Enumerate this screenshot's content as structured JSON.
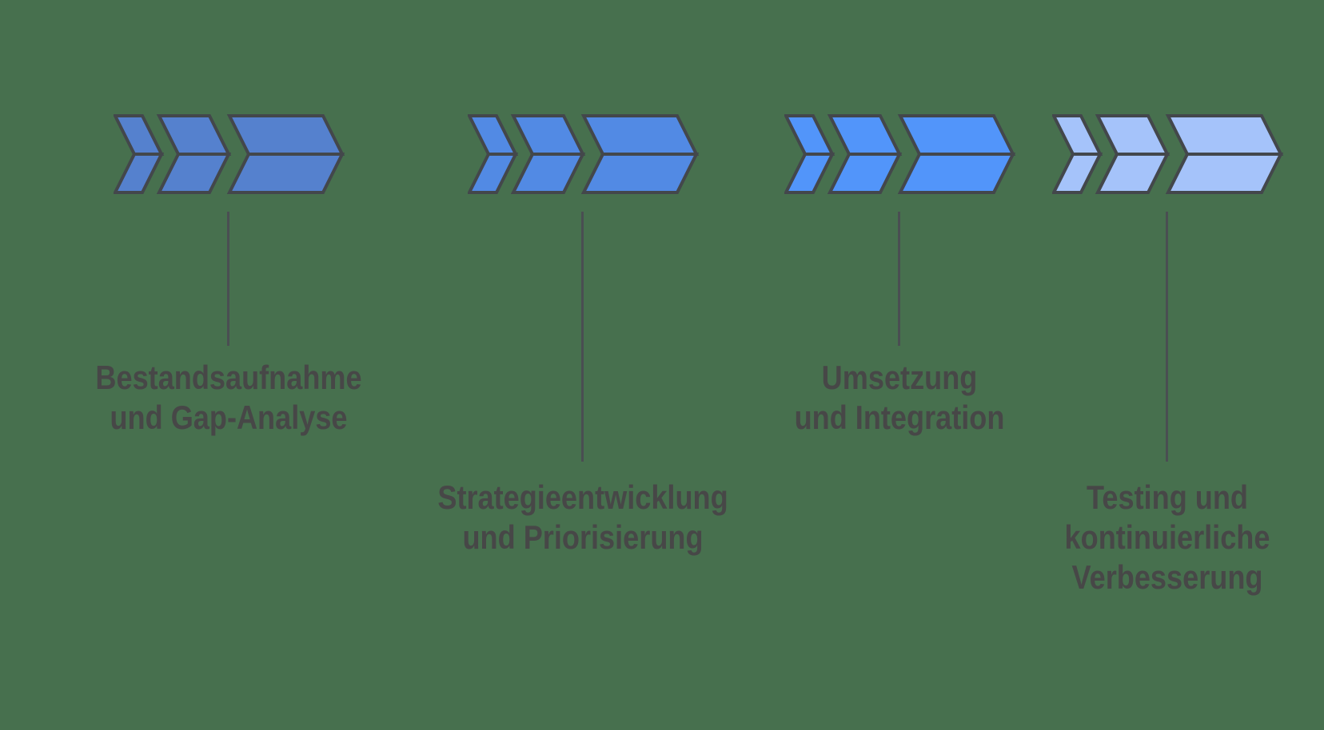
{
  "colors": {
    "background": "#47704E",
    "chevron-stroke": "#43474B",
    "connector-line": "#4A4E52",
    "label-text": "#474747"
  },
  "diagram": {
    "type": "process-chevron-timeline",
    "phases": [
      {
        "id": "phase-1",
        "label": "Bestandsaufnahme\nund Gap-Analyse",
        "fill": "#5581CE",
        "connector": "short"
      },
      {
        "id": "phase-2",
        "label": "Strategieentwicklung\nund Priorisierung",
        "fill": "#528AE4",
        "connector": "long"
      },
      {
        "id": "phase-3",
        "label": "Umsetzung\nund Integration",
        "fill": "#5295FA",
        "connector": "short"
      },
      {
        "id": "phase-4",
        "label": "Testing und\nkontinuierliche\nVerbesserung",
        "fill": "#A5C3FA",
        "connector": "long"
      }
    ]
  }
}
